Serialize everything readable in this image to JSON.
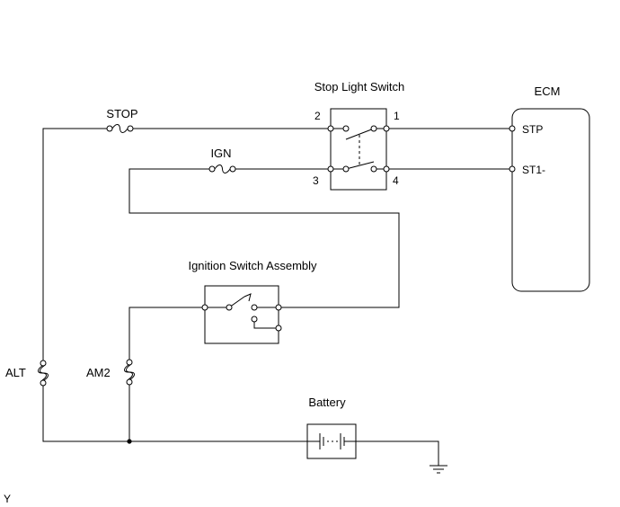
{
  "components": {
    "stop_light_switch": "Stop Light Switch",
    "ecm": "ECM",
    "ignition_switch": "Ignition Switch Assembly",
    "battery": "Battery"
  },
  "fuses": {
    "stop": "STOP",
    "ign": "IGN",
    "alt": "ALT",
    "am2": "AM2"
  },
  "pins": {
    "p1": "1",
    "p2": "2",
    "p3": "3",
    "p4": "4",
    "stp": "STP",
    "st1": "ST1-"
  },
  "corner_mark": "Y"
}
